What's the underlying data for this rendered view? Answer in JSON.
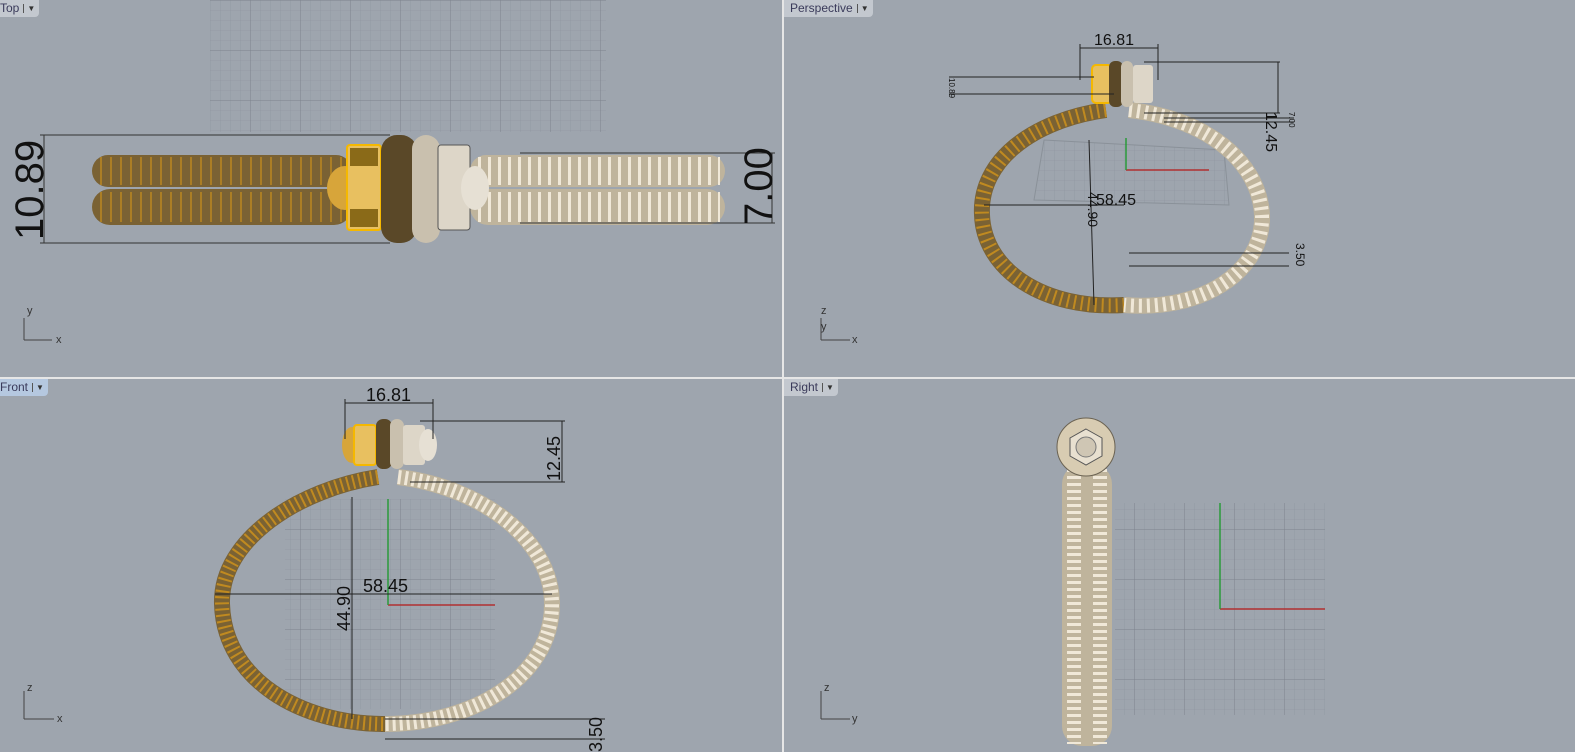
{
  "viewports": {
    "top": {
      "label": "Top",
      "dims": {
        "height": "10.89",
        "inner": "7.00"
      },
      "axes": {
        "v": "y",
        "h": "x"
      }
    },
    "perspective": {
      "label": "Perspective",
      "dims": {
        "width": "16.81",
        "height": "12.45",
        "side_a": "10.89",
        "side_b": "7.00",
        "span": "58.45",
        "depth": "44.90",
        "wire": "3.50"
      },
      "axes": {
        "v": "z",
        "v2": "y",
        "h": "x"
      }
    },
    "front": {
      "label": "Front",
      "dims": {
        "width": "16.81",
        "height": "12.45",
        "span": "58.45",
        "depth": "44.90",
        "wire": "3.50"
      },
      "axes": {
        "v": "z",
        "h": "x"
      }
    },
    "right": {
      "label": "Right",
      "axes": {
        "v": "z",
        "h": "y"
      }
    }
  },
  "colors": {
    "background": "#9ea5ae",
    "gold": "#7a6234",
    "silver": "#d8ccb2",
    "selection": "#f5b800",
    "x_axis": "#b03030",
    "y_axis": "#2a9a3a"
  }
}
